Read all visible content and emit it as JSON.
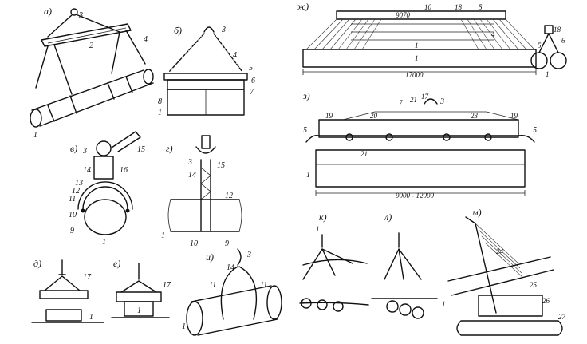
{
  "panels": {
    "a": {
      "letter": "а)",
      "nums": [
        "3",
        "2",
        "4",
        "1"
      ]
    },
    "b": {
      "letter": "б)",
      "nums": [
        "3",
        "4",
        "5",
        "6",
        "7",
        "8",
        "1"
      ]
    },
    "v": {
      "letter": "в)",
      "nums": [
        "3",
        "15",
        "14",
        "16",
        "13",
        "12",
        "11",
        "10",
        "9",
        "1"
      ]
    },
    "g": {
      "letter": "г)",
      "nums": [
        "3",
        "14",
        "15",
        "12",
        "1",
        "10",
        "9"
      ]
    },
    "d": {
      "letter": "д)",
      "nums": [
        "17",
        "1"
      ]
    },
    "e": {
      "letter": "е)",
      "nums": [
        "17",
        "1"
      ]
    },
    "i": {
      "letter": "и)",
      "nums": [
        "3",
        "14",
        "11",
        "11",
        "1"
      ]
    },
    "zh": {
      "letter": "ж)",
      "nums": [
        "10",
        "18",
        "5",
        "4",
        "5",
        "18",
        "6",
        "1",
        "1",
        "1"
      ],
      "dims": [
        "9070",
        "17000"
      ]
    },
    "z": {
      "letter": "з)",
      "nums": [
        "7",
        "21",
        "17",
        "3",
        "20",
        "19",
        "23",
        "19",
        "5",
        "5",
        "21",
        "1"
      ],
      "dims": [
        "9000 - 12000"
      ]
    },
    "k": {
      "letter": "к)",
      "nums": [
        "1"
      ]
    },
    "l": {
      "letter": "л)",
      "nums": []
    },
    "m": {
      "letter": "м)",
      "nums": [
        "24",
        "25",
        "1",
        "26",
        "27"
      ]
    }
  }
}
